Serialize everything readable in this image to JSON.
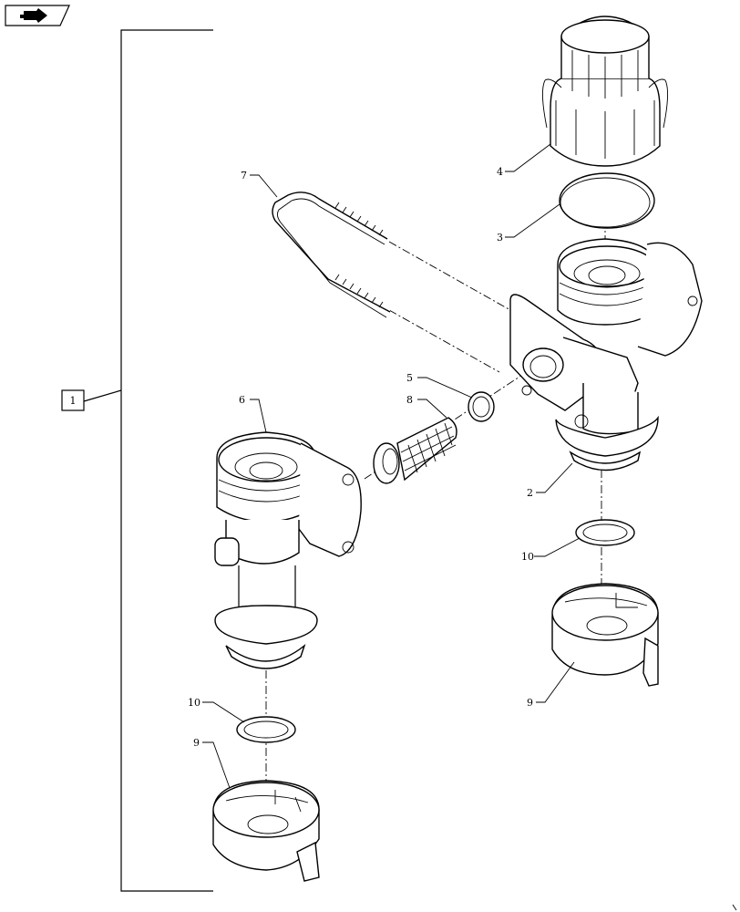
{
  "nav_icon": "next-page-arrow-icon",
  "assembly_label": "1",
  "callouts": {
    "c2": "2",
    "c3": "3",
    "c4": "4",
    "c5": "5",
    "c6": "6",
    "c7": "7",
    "c8": "8",
    "c9a": "9",
    "c9b": "9",
    "c10a": "10",
    "c10b": "10"
  },
  "colors": {
    "line": "#000000",
    "background": "#ffffff"
  }
}
